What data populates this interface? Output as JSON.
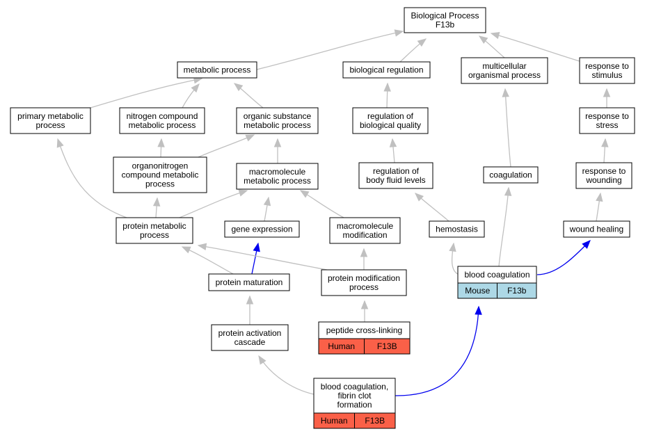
{
  "colors": {
    "human": "#fa6048",
    "mouse": "#add8e6",
    "edge_gray": "#c0c0c0",
    "edge_blue": "#0000ee"
  },
  "nodes": {
    "root": [
      "Biological Process",
      "F13b"
    ],
    "metabolic_process": [
      "metabolic process"
    ],
    "biological_regulation": [
      "biological regulation"
    ],
    "multicellular": [
      "multicellular",
      "organismal process"
    ],
    "response_to_stimulus": [
      "response to",
      "stimulus"
    ],
    "primary_metabolic": [
      "primary metabolic",
      "process"
    ],
    "nitrogen_compound": [
      "nitrogen compound",
      "metabolic process"
    ],
    "organic_substance": [
      "organic substance",
      "metabolic process"
    ],
    "regulation_quality": [
      "regulation of",
      "biological quality"
    ],
    "response_to_stress": [
      "response to",
      "stress"
    ],
    "organonitrogen": [
      "organonitrogen",
      "compound metabolic",
      "process"
    ],
    "macromolecule_metabolic": [
      "macromolecule",
      "metabolic process"
    ],
    "regulation_fluid": [
      "regulation of",
      "body fluid levels"
    ],
    "coagulation": [
      "coagulation"
    ],
    "response_to_wounding": [
      "response to",
      "wounding"
    ],
    "protein_metabolic": [
      "protein metabolic",
      "process"
    ],
    "gene_expression": [
      "gene expression"
    ],
    "macromolecule_modification": [
      "macromolecule",
      "modification"
    ],
    "hemostasis": [
      "hemostasis"
    ],
    "wound_healing": [
      "wound healing"
    ],
    "blood_coagulation": [
      "blood coagulation"
    ],
    "protein_maturation": [
      "protein maturation"
    ],
    "protein_modification": [
      "protein modification",
      "process"
    ],
    "protein_activation": [
      "protein activation",
      "cascade"
    ],
    "peptide_crosslinking": [
      "peptide cross-linking"
    ],
    "fibrin_clot": [
      "blood coagulation,",
      "fibrin clot",
      "formation"
    ]
  },
  "annotations": {
    "blood_coagulation": [
      "Mouse",
      "F13b"
    ],
    "peptide_crosslinking": [
      "Human",
      "F13B"
    ],
    "fibrin_clot": [
      "Human",
      "F13B"
    ]
  }
}
